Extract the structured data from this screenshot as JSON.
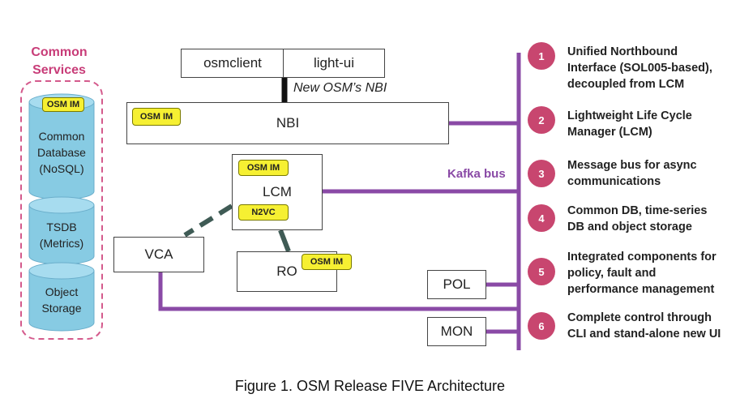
{
  "common_services": {
    "title_line1": "Common",
    "title_line2": "Services",
    "db": {
      "tag": "OSM IM",
      "line1": "Common",
      "line2": "Database",
      "line3": "(NoSQL)"
    },
    "tsdb": {
      "line1": "TSDB",
      "line2": "(Metrics)"
    },
    "storage": {
      "line1": "Object",
      "line2": "Storage"
    }
  },
  "components": {
    "osmclient": "osmclient",
    "light_ui": "light-ui",
    "nbi_note": "New OSM’s NBI",
    "nbi": "NBI",
    "nbi_tag": "OSM IM",
    "lcm": "LCM",
    "lcm_tag": "OSM IM",
    "lcm_n2vc": "N2VC",
    "vca": "VCA",
    "ro": "RO",
    "ro_tag": "OSM IM",
    "pol": "POL",
    "mon": "MON",
    "kafka_label": "Kafka bus"
  },
  "features": [
    {
      "num": "1",
      "line1": "Unified Northbound",
      "line2": "Interface (SOL005-based),",
      "line3": "decoupled from LCM"
    },
    {
      "num": "2",
      "line1": "Lightweight Life Cycle",
      "line2": "Manager (LCM)",
      "line3": ""
    },
    {
      "num": "3",
      "line1": "Message bus for async",
      "line2": "communications",
      "line3": ""
    },
    {
      "num": "4",
      "line1": "Common DB, time-series",
      "line2": "DB and object storage",
      "line3": ""
    },
    {
      "num": "5",
      "line1": "Integrated components for",
      "line2": "policy, fault and",
      "line3": "performance management"
    },
    {
      "num": "6",
      "line1": "Complete control through",
      "line2": "CLI and stand-alone new UI",
      "line3": ""
    }
  ],
  "caption": "Figure 1. OSM Release FIVE Architecture",
  "colors": {
    "bus": "#8a4aa6",
    "accent": "#c8466f",
    "tag_fill": "#f6f032",
    "cylinder": "#87cbe3"
  }
}
